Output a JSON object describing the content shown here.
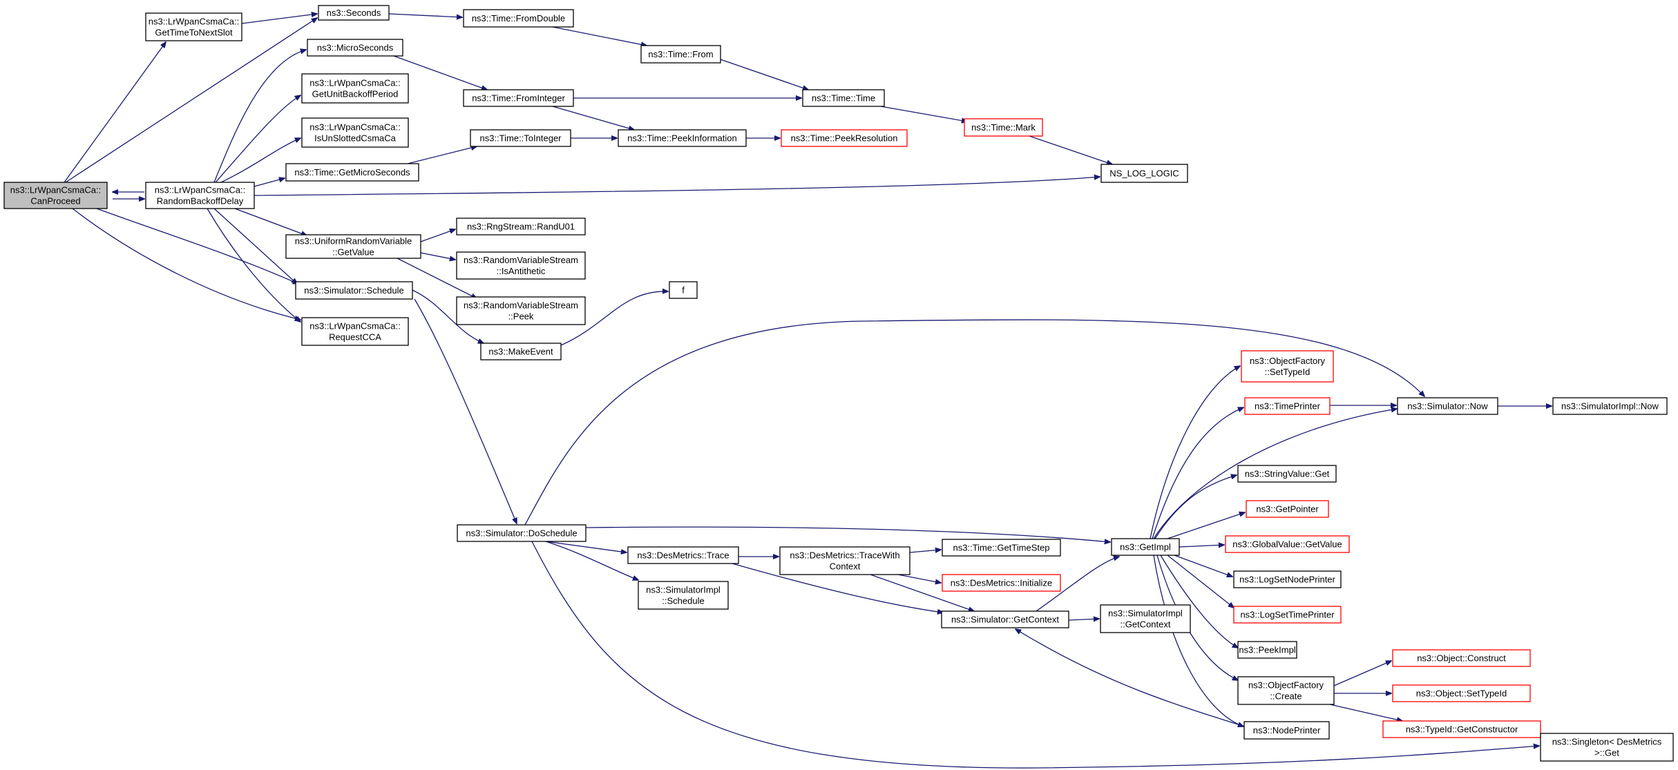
{
  "colors": {
    "edge": "#191970",
    "truncated_border": "#ff0000",
    "root_fill": "#bfbfbf",
    "border": "#000000"
  },
  "nodes": [
    {
      "id": "canproceed",
      "lines": [
        "ns3::LrWpanCsmaCa::",
        "CanProceed"
      ],
      "root": true
    },
    {
      "id": "gettimetonextslot",
      "lines": [
        "ns3::LrWpanCsmaCa::",
        "GetTimeToNextSlot"
      ]
    },
    {
      "id": "randombackoffdelay",
      "lines": [
        "ns3::LrWpanCsmaCa::",
        "RandomBackoffDelay"
      ]
    },
    {
      "id": "seconds",
      "lines": [
        "ns3::Seconds"
      ]
    },
    {
      "id": "fromdouble",
      "lines": [
        "ns3::Time::FromDouble"
      ]
    },
    {
      "id": "from",
      "lines": [
        "ns3::Time::From"
      ]
    },
    {
      "id": "microseconds",
      "lines": [
        "ns3::MicroSeconds"
      ]
    },
    {
      "id": "getunitbackoffperiod",
      "lines": [
        "ns3::LrWpanCsmaCa::",
        "GetUnitBackoffPeriod"
      ]
    },
    {
      "id": "isunslottedcsmaca",
      "lines": [
        "ns3::LrWpanCsmaCa::",
        "IsUnSlottedCsmaCa"
      ]
    },
    {
      "id": "getmicroseconds",
      "lines": [
        "ns3::Time::GetMicroSeconds"
      ]
    },
    {
      "id": "frominteger",
      "lines": [
        "ns3::Time::FromInteger"
      ]
    },
    {
      "id": "time",
      "lines": [
        "ns3::Time::Time"
      ]
    },
    {
      "id": "tointeger",
      "lines": [
        "ns3::Time::ToInteger"
      ]
    },
    {
      "id": "peekinformation",
      "lines": [
        "ns3::Time::PeekInformation"
      ]
    },
    {
      "id": "peekresolution",
      "lines": [
        "ns3::Time::PeekResolution"
      ],
      "truncated": true
    },
    {
      "id": "mark",
      "lines": [
        "ns3::Time::Mark"
      ],
      "truncated": true
    },
    {
      "id": "nslogic",
      "lines": [
        "NS_LOG_LOGIC"
      ]
    },
    {
      "id": "getvalue",
      "lines": [
        "ns3::UniformRandomVariable",
        "::GetValue"
      ]
    },
    {
      "id": "randu01",
      "lines": [
        "ns3::RngStream::RandU01"
      ]
    },
    {
      "id": "isantithetic",
      "lines": [
        "ns3::RandomVariableStream",
        "::IsAntithetic"
      ]
    },
    {
      "id": "rvspeek",
      "lines": [
        "ns3::RandomVariableStream",
        "::Peek"
      ]
    },
    {
      "id": "schedule",
      "lines": [
        "ns3::Simulator::Schedule"
      ]
    },
    {
      "id": "requestcca",
      "lines": [
        "ns3::LrWpanCsmaCa::",
        "RequestCCA"
      ]
    },
    {
      "id": "makeevent",
      "lines": [
        "ns3::MakeEvent"
      ]
    },
    {
      "id": "f",
      "lines": [
        "f"
      ]
    },
    {
      "id": "doschedule",
      "lines": [
        "ns3::Simulator::DoSchedule"
      ]
    },
    {
      "id": "trace",
      "lines": [
        "ns3::DesMetrics::Trace"
      ]
    },
    {
      "id": "simimplschedule",
      "lines": [
        "ns3::SimulatorImpl",
        "::Schedule"
      ]
    },
    {
      "id": "tracewithcontext",
      "lines": [
        "ns3::DesMetrics::TraceWith",
        "Context"
      ]
    },
    {
      "id": "gettimestep",
      "lines": [
        "ns3::Time::GetTimeStep"
      ]
    },
    {
      "id": "desinitialize",
      "lines": [
        "ns3::DesMetrics::Initialize"
      ],
      "truncated": true
    },
    {
      "id": "getcontext",
      "lines": [
        "ns3::Simulator::GetContext"
      ]
    },
    {
      "id": "simimplgetcontext",
      "lines": [
        "ns3::SimulatorImpl",
        "::GetContext"
      ]
    },
    {
      "id": "getimpl",
      "lines": [
        "ns3::GetImpl"
      ]
    },
    {
      "id": "settypeid",
      "lines": [
        "ns3::ObjectFactory",
        "::SetTypeId"
      ],
      "truncated": true
    },
    {
      "id": "timeprinter",
      "lines": [
        "ns3::TimePrinter"
      ],
      "truncated": true
    },
    {
      "id": "now",
      "lines": [
        "ns3::Simulator::Now"
      ]
    },
    {
      "id": "simimplnow",
      "lines": [
        "ns3::SimulatorImpl::Now"
      ]
    },
    {
      "id": "stringvalueget",
      "lines": [
        "ns3::StringValue::Get"
      ]
    },
    {
      "id": "getpointer",
      "lines": [
        "ns3::GetPointer"
      ],
      "truncated": true
    },
    {
      "id": "globalvaluegetvalue",
      "lines": [
        "ns3::GlobalValue::GetValue"
      ],
      "truncated": true
    },
    {
      "id": "logsetnodeprinter",
      "lines": [
        "ns3::LogSetNodePrinter"
      ]
    },
    {
      "id": "logsettimeprinter",
      "lines": [
        "ns3::LogSetTimePrinter"
      ],
      "truncated": true
    },
    {
      "id": "peekimpl",
      "lines": [
        "ns3::PeekImpl"
      ]
    },
    {
      "id": "factorycreate",
      "lines": [
        "ns3::ObjectFactory",
        "::Create"
      ]
    },
    {
      "id": "nodeprinter",
      "lines": [
        "ns3::NodePrinter"
      ]
    },
    {
      "id": "objectconstruct",
      "lines": [
        "ns3::Object::Construct"
      ],
      "truncated": true
    },
    {
      "id": "objectsettypeid",
      "lines": [
        "ns3::Object::SetTypeId"
      ],
      "truncated": true
    },
    {
      "id": "getconstructor",
      "lines": [
        "ns3::TypeId::GetConstructor"
      ],
      "truncated": true
    },
    {
      "id": "singletonget",
      "lines": [
        "ns3::Singleton< DesMetrics",
        ">::Get"
      ]
    }
  ]
}
